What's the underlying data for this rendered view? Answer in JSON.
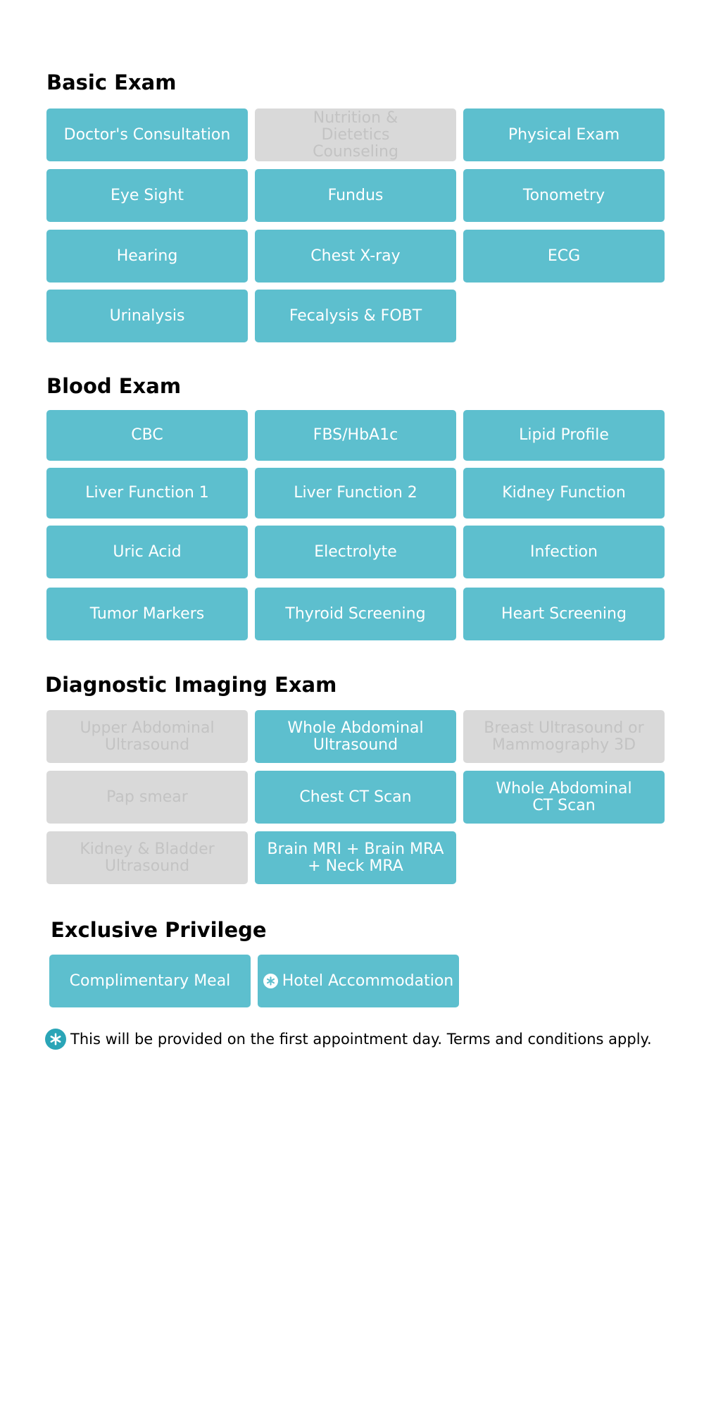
{
  "colors": {
    "tile_active": "#5dbfce",
    "tile_inactive": "#d9d9d9",
    "text_inactive": "#c3c3c3",
    "note_icon": "#2aa5b7"
  },
  "icons": {
    "note_marker": "asterisk-icon"
  },
  "basic_exam": {
    "title": "Basic Exam",
    "items": [
      {
        "label": "Doctor's Consultation",
        "included": true
      },
      {
        "label": "Nutrition & Dietetics Counseling",
        "included": false
      },
      {
        "label": "Physical Exam",
        "included": true
      },
      {
        "label": "Eye Sight",
        "included": true
      },
      {
        "label": "Fundus",
        "included": true
      },
      {
        "label": "Tonometry",
        "included": true
      },
      {
        "label": "Hearing",
        "included": true
      },
      {
        "label": "Chest X-ray",
        "included": true
      },
      {
        "label": "ECG",
        "included": true
      },
      {
        "label": "Urinalysis",
        "included": true
      },
      {
        "label": "Fecalysis & FOBT",
        "included": true
      }
    ]
  },
  "blood_exam": {
    "title": "Blood Exam",
    "items": [
      {
        "label": "CBC",
        "included": true
      },
      {
        "label": "FBS/HbA1c",
        "included": true
      },
      {
        "label": "Lipid Profile",
        "included": true
      },
      {
        "label": "Liver Function 1",
        "included": true
      },
      {
        "label": "Liver Function 2",
        "included": true
      },
      {
        "label": "Kidney Function",
        "included": true
      },
      {
        "label": "Uric Acid",
        "included": true
      },
      {
        "label": "Electrolyte",
        "included": true
      },
      {
        "label": "Infection",
        "included": true
      },
      {
        "label": "Tumor Markers",
        "included": true
      },
      {
        "label": "Thyroid Screening",
        "included": true
      },
      {
        "label": "Heart Screening",
        "included": true
      }
    ]
  },
  "imaging_exam": {
    "title": "Diagnostic Imaging Exam",
    "items": [
      {
        "label": "Upper Abdominal Ultrasound",
        "included": false
      },
      {
        "label": "Whole Abdominal Ultrasound",
        "included": true
      },
      {
        "label": "Breast Ultrasound or Mammography 3D",
        "included": false
      },
      {
        "label": "Pap smear",
        "included": false
      },
      {
        "label": "Chest CT Scan",
        "included": true
      },
      {
        "label": "Whole Abdominal CT Scan",
        "included": true
      },
      {
        "label": "Kidney & Bladder Ultrasound",
        "included": false
      },
      {
        "label": "Brain MRI + Brain MRA + Neck MRA",
        "included": true
      }
    ]
  },
  "privilege": {
    "title": "Exclusive Privilege",
    "items": [
      {
        "label": "Complimentary Meal",
        "included": true
      },
      {
        "label": "Hotel Accommodation",
        "included": true,
        "marked": true
      }
    ]
  },
  "footnote": {
    "text": "This will be provided on the first appointment day. Terms and conditions apply."
  }
}
